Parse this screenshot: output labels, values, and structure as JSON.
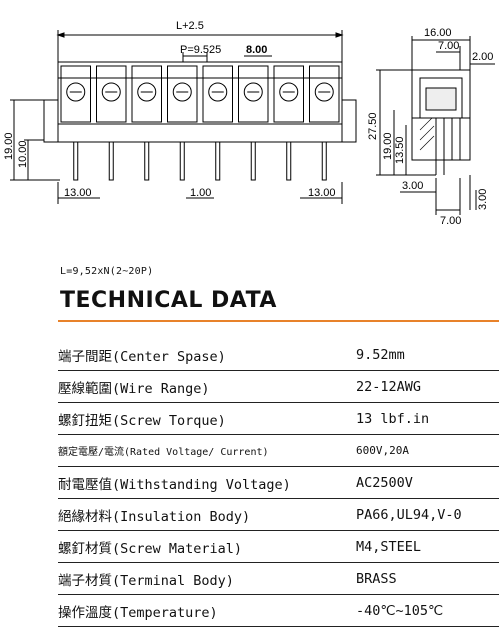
{
  "drawing": {
    "top_length": "L+2.5",
    "pitch": "P=9.525",
    "pitch_segment": "8.00",
    "height_outer": "19.00",
    "height_inner": "10.00",
    "left_margin": "13.00",
    "pin_width": "1.00",
    "right_margin": "13.00",
    "side_width": "16.00",
    "side_top_inner": "7.00",
    "side_top_offset": "2.00",
    "side_total_height": "27.50",
    "side_height_outer": "19.00",
    "side_height_inner": "13.50",
    "side_pin_offset": "3.00",
    "side_bottom_width": "7.00",
    "side_bottom_height": "3.00"
  },
  "formula": "L=9,52xN(2~20P)",
  "section_title": "TECHNICAL DATA",
  "accent_color": "#e8822a",
  "specs": [
    {
      "label": "端子間距(Center Spase)",
      "value": "9.52mm",
      "small": false
    },
    {
      "label": "壓線範圍(Wire Range)",
      "value": "22-12AWG",
      "small": false
    },
    {
      "label": "螺釘扭矩(Screw Torque)",
      "value": "13 lbf.in",
      "small": false
    },
    {
      "label": "額定電壓/電流(Rated Voltage/ Current)",
      "value": "600V,20A",
      "small": true
    },
    {
      "label": "耐電壓值(Withstanding Voltage)",
      "value": "AC2500V",
      "small": false
    },
    {
      "label": "絕緣材料(Insulation Body)",
      "value": "PA66,UL94,V-0",
      "small": false
    },
    {
      "label": "螺釘材質(Screw Material)",
      "value": "M4,STEEL",
      "small": false
    },
    {
      "label": "端子材質(Terminal Body)",
      "value": "BRASS",
      "small": false
    },
    {
      "label": "操作溫度(Temperature)",
      "value": "-40℃~105℃",
      "small": false
    }
  ]
}
